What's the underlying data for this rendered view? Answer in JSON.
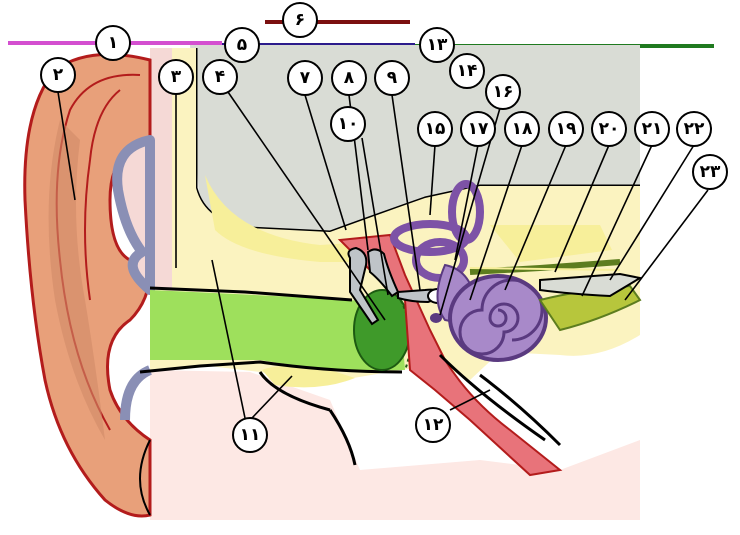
{
  "colors": {
    "outer_ear_skin": "#e8a07a",
    "skin_dark": "#d08a68",
    "contour_red": "#b31c1c",
    "cartilage": "#f5d9d6",
    "bone_background": "#d9dcd5",
    "fat_yellow": "#f7ef9a",
    "canal_green": "#9ee05c",
    "eardrum_green": "#3f9a2a",
    "inner_ear_purple": "#7d52a6",
    "inner_ear_light": "#a889c9",
    "tube_red": "#e8737a",
    "nerve_green": "#b7c63c",
    "bar_pink": "#d44fd0",
    "bar_blue": "#2c1c8c",
    "bar_dark_red": "#7b1010",
    "bar_green": "#1f7a1f",
    "bar_light_red": "#e06767"
  },
  "labels": {
    "l1": "١",
    "l2": "٢",
    "l3": "٣",
    "l4": "۴",
    "l5": "۵",
    "l6": "۶",
    "l7": "٧",
    "l8": "٨",
    "l9": "٩",
    "l10": "١٠",
    "l11": "١١",
    "l12": "١٢",
    "l13": "١٣",
    "l14": "١۴",
    "l15": "١۵",
    "l16": "١۶",
    "l17": "١٧",
    "l18": "١٨",
    "l19": "١٩",
    "l20": "٢٠",
    "l21": "٢١",
    "l22": "٢٢",
    "l23": "٢٣"
  }
}
